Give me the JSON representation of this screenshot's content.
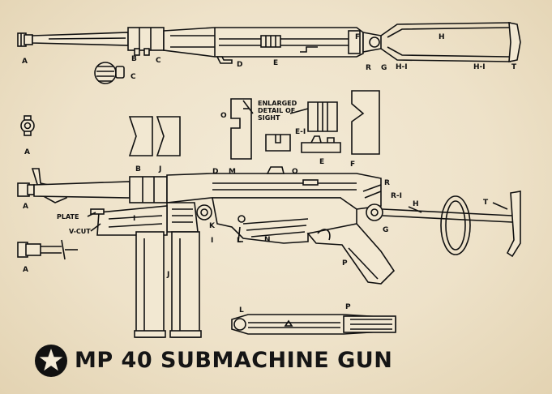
{
  "title": "MP 40 SUBMACHINE GUN",
  "emblem": "star-in-circle-emblem",
  "colors": {
    "paper": "#eee2c9",
    "ink": "#111111"
  },
  "labels": {
    "A": "A",
    "B": "B",
    "C": "C",
    "D": "D",
    "E": "E",
    "E1": "E-I",
    "F": "F",
    "G": "G",
    "H": "H",
    "H1": "H-I",
    "I": "I",
    "J": "J",
    "K": "K",
    "L": "L",
    "M": "M",
    "N": "N",
    "O": "O",
    "P": "P",
    "R": "R",
    "R1": "R-I",
    "T": "T"
  },
  "annotations": {
    "sight_line1": "ENLARGED",
    "sight_line2": "DETAIL OF",
    "sight_line3": "SIGHT",
    "plate": "PLATE",
    "vcut": "V-CUT"
  }
}
